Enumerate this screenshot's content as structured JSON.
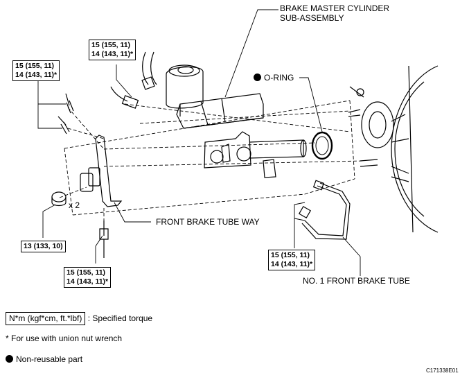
{
  "labels": {
    "brake_master_cylinder_line1": "BRAKE MASTER CYLINDER",
    "brake_master_cylinder_line2": "SUB-ASSEMBLY",
    "o_ring": "O-RING",
    "front_brake_tube_way": "FRONT BRAKE TUBE WAY",
    "no1_front_brake_tube": "NO. 1 FRONT BRAKE TUBE",
    "multiplier": "x 2"
  },
  "torques": {
    "top_center": [
      "15 (155, 11)",
      "14 (143, 11)*"
    ],
    "top_left": [
      "15 (155, 11)",
      "14 (143, 11)*"
    ],
    "nut": [
      "13 (133, 10)"
    ],
    "bottom_left": [
      "15 (155, 11)",
      "14 (143, 11)*"
    ],
    "bottom_right": [
      "15 (155, 11)",
      "14 (143, 11)*"
    ]
  },
  "legend": {
    "torque_unit": "N*m (kgf*cm, ft.*lbf)",
    "torque_desc": ": Specified torque",
    "union_note": "* For use with union nut wrench",
    "non_reusable": "Non-reusable part"
  },
  "figure_code": "C171338E01"
}
